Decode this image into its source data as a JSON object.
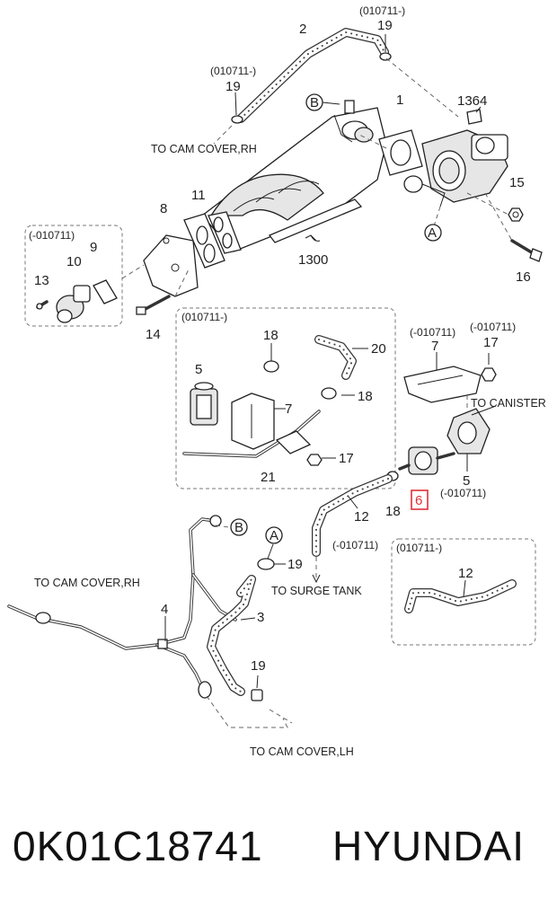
{
  "diagram": {
    "callouts": {
      "n1": "1",
      "n2": "2",
      "n3": "3",
      "n4": "4",
      "n5": "5",
      "n5b": "5",
      "n6": "6",
      "n7": "7",
      "n7b": "7",
      "n8": "8",
      "n9": "9",
      "n10": "10",
      "n11": "11",
      "n12": "12",
      "n12b": "12",
      "n13": "13",
      "n14": "14",
      "n15": "15",
      "n16": "16",
      "n17": "17",
      "n17b": "17",
      "n18": "18",
      "n18b": "18",
      "n18c": "18",
      "n19a": "19",
      "n19b": "19",
      "n19c": "19",
      "n19d": "19",
      "n20": "20",
      "n21": "21",
      "n1300": "1300",
      "n1364": "1364"
    },
    "refs": {
      "a1": "A",
      "a2": "A",
      "b1": "B",
      "b2": "B"
    },
    "notes": {
      "top19": "(010711-)",
      "left19": "(010711-)",
      "box_left": "(-010711)",
      "box_mid": "(010711-)",
      "n7": "(-010711)",
      "n17": "(-010711)",
      "n5": "(-010711)",
      "n12": "(-010711)",
      "box_right": "(010711-)"
    },
    "labels": {
      "cam_rh_top": "TO CAM COVER,RH",
      "cam_rh_left": "TO CAM COVER,RH",
      "cam_lh": "TO CAM COVER,LH",
      "canister": "TO CANISTER",
      "surge": "TO SURGE TANK"
    },
    "highlight_part": "6"
  },
  "footer": {
    "part_number": "0K01C18741",
    "brand": "HYUNDAI"
  },
  "colors": {
    "highlight": "#e0303a",
    "line": "#222222"
  }
}
